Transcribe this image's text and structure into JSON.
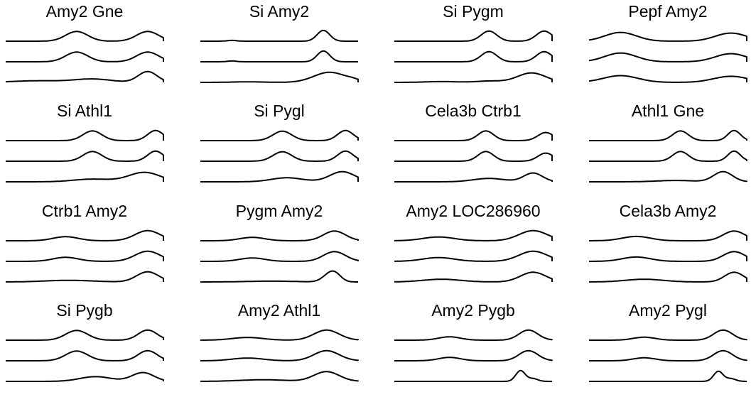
{
  "chart_data": [
    {
      "type": "area",
      "title": "Amy2 Gne",
      "rows": [
        [
          [
            0.45,
            0.07,
            0.72
          ],
          [
            0.9,
            0.07,
            0.72
          ]
        ],
        [
          [
            0.45,
            0.07,
            0.72
          ],
          [
            0.9,
            0.07,
            0.72
          ]
        ],
        [
          [
            0.2,
            0.15,
            0.12
          ],
          [
            0.55,
            0.12,
            0.25
          ],
          [
            0.9,
            0.06,
            0.8
          ]
        ]
      ]
    },
    {
      "type": "area",
      "title": "Si Amy2",
      "rows": [
        [
          [
            0.2,
            0.03,
            0.06
          ],
          [
            0.78,
            0.04,
            0.8
          ]
        ],
        [
          [
            0.2,
            0.03,
            0.06
          ],
          [
            0.78,
            0.04,
            0.8
          ]
        ],
        [
          [
            0.3,
            0.1,
            0.04
          ],
          [
            0.82,
            0.1,
            0.75
          ],
          [
            0.97,
            0.04,
            0.1
          ]
        ]
      ]
    },
    {
      "type": "area",
      "title": "Si Pygm",
      "rows": [
        [
          [
            0.6,
            0.05,
            0.75
          ],
          [
            0.95,
            0.05,
            0.75
          ]
        ],
        [
          [
            0.6,
            0.05,
            0.75
          ],
          [
            0.95,
            0.05,
            0.75
          ]
        ],
        [
          [
            0.3,
            0.1,
            0.06
          ],
          [
            0.6,
            0.08,
            0.1
          ],
          [
            0.87,
            0.09,
            0.7
          ]
        ]
      ]
    },
    {
      "type": "area",
      "title": "Pepf Amy2",
      "rows": [
        [
          [
            0.2,
            0.1,
            0.65
          ],
          [
            0.9,
            0.1,
            0.6
          ]
        ],
        [
          [
            0.2,
            0.1,
            0.65
          ],
          [
            0.9,
            0.1,
            0.6
          ]
        ],
        [
          [
            0.2,
            0.11,
            0.5
          ],
          [
            0.9,
            0.11,
            0.45
          ]
        ]
      ]
    },
    {
      "type": "area",
      "title": "Si Athl1",
      "rows": [
        [
          [
            0.55,
            0.06,
            0.72
          ],
          [
            0.95,
            0.05,
            0.75
          ]
        ],
        [
          [
            0.55,
            0.06,
            0.72
          ],
          [
            0.95,
            0.05,
            0.75
          ]
        ],
        [
          [
            0.55,
            0.12,
            0.2
          ],
          [
            0.88,
            0.1,
            0.7
          ]
        ]
      ]
    },
    {
      "type": "area",
      "title": "Si Pygl",
      "rows": [
        [
          [
            0.52,
            0.06,
            0.7
          ],
          [
            0.92,
            0.05,
            0.75
          ]
        ],
        [
          [
            0.52,
            0.06,
            0.7
          ],
          [
            0.92,
            0.05,
            0.75
          ]
        ],
        [
          [
            0.55,
            0.1,
            0.3
          ],
          [
            0.9,
            0.08,
            0.75
          ]
        ]
      ]
    },
    {
      "type": "area",
      "title": "Cela3b Ctrb1",
      "rows": [
        [
          [
            0.58,
            0.05,
            0.72
          ],
          [
            0.96,
            0.05,
            0.6
          ]
        ],
        [
          [
            0.58,
            0.05,
            0.72
          ],
          [
            0.96,
            0.05,
            0.6
          ]
        ],
        [
          [
            0.6,
            0.1,
            0.25
          ],
          [
            0.88,
            0.06,
            0.65
          ]
        ]
      ]
    },
    {
      "type": "area",
      "title": "Athl1 Gne",
      "rows": [
        [
          [
            0.58,
            0.05,
            0.72
          ],
          [
            0.92,
            0.04,
            0.75
          ]
        ],
        [
          [
            0.58,
            0.05,
            0.72
          ],
          [
            0.92,
            0.04,
            0.75
          ]
        ],
        [
          [
            0.55,
            0.12,
            0.1
          ],
          [
            0.85,
            0.06,
            0.75
          ]
        ]
      ]
    },
    {
      "type": "area",
      "title": "Ctrb1 Amy2",
      "rows": [
        [
          [
            0.38,
            0.08,
            0.3
          ],
          [
            0.9,
            0.08,
            0.75
          ]
        ],
        [
          [
            0.38,
            0.08,
            0.3
          ],
          [
            0.9,
            0.08,
            0.75
          ]
        ],
        [
          [
            0.4,
            0.15,
            0.12
          ],
          [
            0.9,
            0.07,
            0.75
          ]
        ]
      ]
    },
    {
      "type": "area",
      "title": "Pygm Amy2",
      "rows": [
        [
          [
            0.33,
            0.08,
            0.25
          ],
          [
            0.85,
            0.07,
            0.72
          ]
        ],
        [
          [
            0.33,
            0.08,
            0.25
          ],
          [
            0.85,
            0.07,
            0.72
          ]
        ],
        [
          [
            0.45,
            0.15,
            0.06
          ],
          [
            0.8,
            0.04,
            0.3
          ],
          [
            0.85,
            0.04,
            0.65
          ]
        ]
      ]
    },
    {
      "type": "area",
      "title": "Amy2 LOC286960",
      "rows": [
        [
          [
            0.28,
            0.1,
            0.28
          ],
          [
            0.88,
            0.09,
            0.75
          ]
        ],
        [
          [
            0.28,
            0.1,
            0.28
          ],
          [
            0.88,
            0.09,
            0.75
          ]
        ],
        [
          [
            0.3,
            0.12,
            0.2
          ],
          [
            0.88,
            0.08,
            0.72
          ]
        ]
      ]
    },
    {
      "type": "area",
      "title": "Cela3b Amy2",
      "rows": [
        [
          [
            0.3,
            0.09,
            0.32
          ],
          [
            0.92,
            0.07,
            0.72
          ]
        ],
        [
          [
            0.3,
            0.09,
            0.32
          ],
          [
            0.92,
            0.07,
            0.72
          ]
        ],
        [
          [
            0.35,
            0.12,
            0.2
          ],
          [
            0.92,
            0.06,
            0.72
          ]
        ]
      ]
    },
    {
      "type": "area",
      "title": "Si Pygb",
      "rows": [
        [
          [
            0.45,
            0.07,
            0.72
          ],
          [
            0.9,
            0.06,
            0.75
          ]
        ],
        [
          [
            0.45,
            0.07,
            0.72
          ],
          [
            0.9,
            0.06,
            0.75
          ]
        ],
        [
          [
            0.57,
            0.1,
            0.35
          ],
          [
            0.87,
            0.07,
            0.65
          ]
        ]
      ]
    },
    {
      "type": "area",
      "title": "Amy2 Athl1",
      "rows": [
        [
          [
            0.3,
            0.1,
            0.2
          ],
          [
            0.8,
            0.08,
            0.75
          ]
        ],
        [
          [
            0.3,
            0.1,
            0.2
          ],
          [
            0.8,
            0.08,
            0.75
          ]
        ],
        [
          [
            0.4,
            0.15,
            0.12
          ],
          [
            0.8,
            0.08,
            0.72
          ]
        ]
      ]
    },
    {
      "type": "area",
      "title": "Amy2 Pygb",
      "rows": [
        [
          [
            0.35,
            0.07,
            0.25
          ],
          [
            0.85,
            0.06,
            0.75
          ]
        ],
        [
          [
            0.35,
            0.07,
            0.25
          ],
          [
            0.85,
            0.06,
            0.75
          ]
        ],
        [
          [
            0.8,
            0.03,
            0.8
          ],
          [
            0.88,
            0.03,
            0.2
          ]
        ]
      ]
    },
    {
      "type": "area",
      "title": "Amy2 Pygl",
      "rows": [
        [
          [
            0.35,
            0.07,
            0.22
          ],
          [
            0.85,
            0.06,
            0.75
          ]
        ],
        [
          [
            0.35,
            0.07,
            0.22
          ],
          [
            0.85,
            0.06,
            0.75
          ]
        ],
        [
          [
            0.82,
            0.03,
            0.75
          ],
          [
            0.9,
            0.03,
            0.2
          ]
        ]
      ]
    }
  ]
}
